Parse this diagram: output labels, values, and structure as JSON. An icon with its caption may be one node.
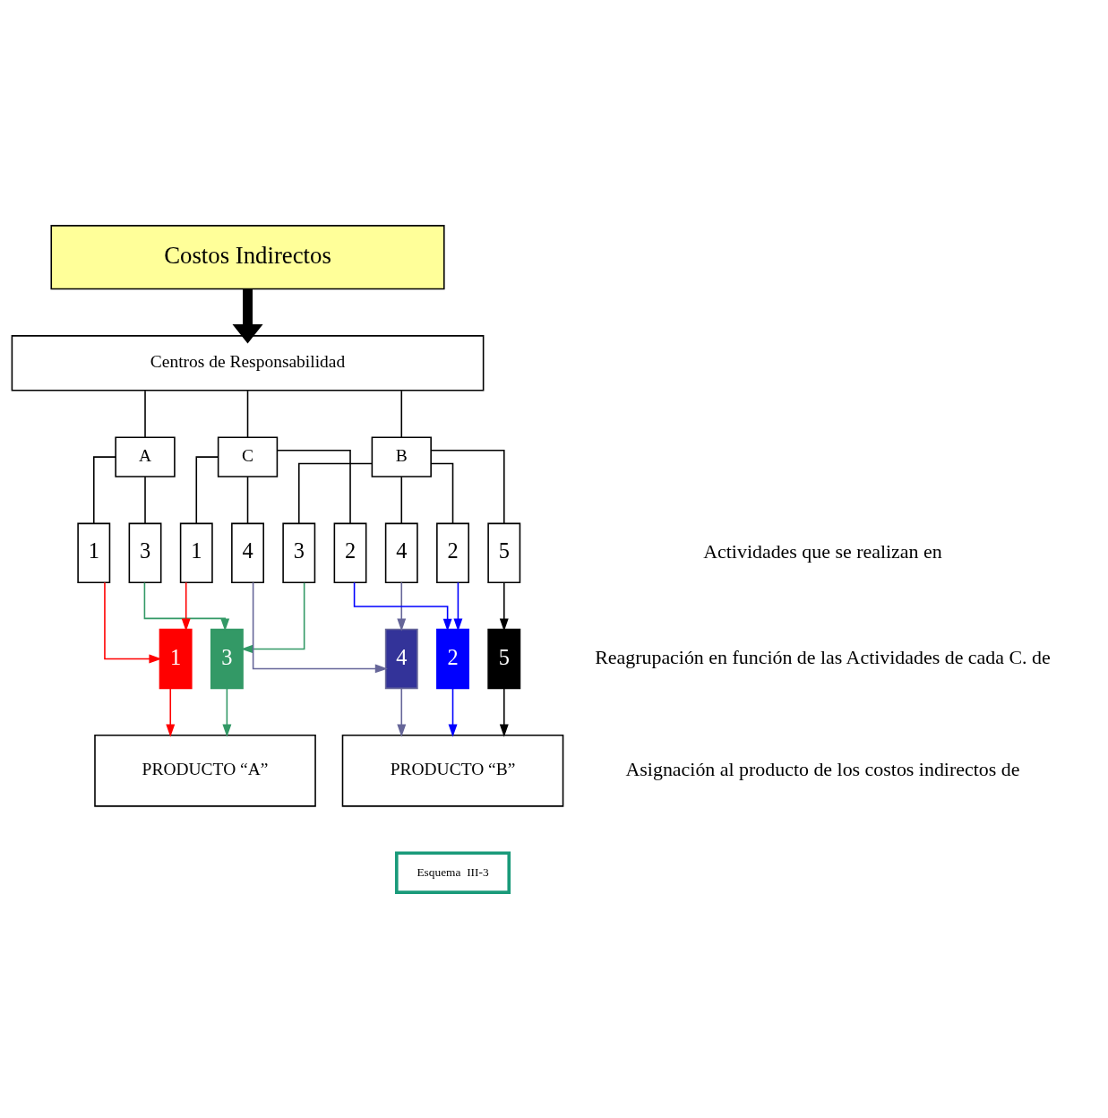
{
  "diagram": {
    "nodes": [
      {
        "text": [
          "Costos Indirectos"
        ]
      },
      {
        "text": [
          "Centros de Responsabilidad"
        ]
      },
      {
        "text": [
          "A"
        ]
      },
      {
        "text": [
          "B"
        ]
      },
      {
        "text": [
          "C"
        ]
      },
      {
        "text": [
          "1"
        ]
      },
      {
        "text": [
          "3"
        ]
      },
      {
        "text": [
          "2"
        ]
      },
      {
        "text": [
          "3"
        ]
      },
      {
        "text": [
          "4"
        ]
      },
      {
        "text": [
          "5"
        ]
      },
      {
        "text": [
          "1"
        ]
      },
      {
        "text": [
          "2"
        ]
      },
      {
        "text": [
          "4"
        ]
      },
      {
        "text": [
          "1"
        ]
      },
      {
        "text": [
          "2"
        ]
      },
      {
        "text": [
          "3"
        ]
      },
      {
        "text": [
          "4"
        ]
      },
      {
        "text": [
          "5"
        ]
      },
      {
        "text": [
          "PRODUCTO “A”"
        ]
      },
      {
        "text": [
          "PRODUCTO “B”"
        ]
      },
      {
        "text": [
          "Esquema  III-3"
        ]
      }
    ],
    "edges": [
      {
        "from": 0,
        "to": 1,
        "arrow": "to",
        "style": "thick"
      },
      {
        "from": 1,
        "to": 2,
        "arrow": "none"
      },
      {
        "from": 1,
        "to": 3,
        "arrow": "none"
      },
      {
        "from": 1,
        "to": 4,
        "arrow": "none"
      },
      {
        "from": 2,
        "to": 5,
        "arrow": "none"
      },
      {
        "from": 2,
        "to": 6,
        "arrow": "none"
      },
      {
        "from": 3,
        "to": 7,
        "arrow": "none"
      },
      {
        "from": 3,
        "to": 8,
        "arrow": "none"
      },
      {
        "from": 3,
        "to": 9,
        "arrow": "none"
      },
      {
        "from": 3,
        "to": 10,
        "arrow": "none"
      },
      {
        "from": 4,
        "to": 11,
        "arrow": "none"
      },
      {
        "from": 4,
        "to": 12,
        "arrow": "none"
      },
      {
        "from": 4,
        "to": 13,
        "arrow": "none"
      },
      {
        "from": 5,
        "to": 14,
        "arrow": "to",
        "color": "#ff0000"
      },
      {
        "from": 6,
        "to": 16,
        "arrow": "to",
        "color": "#339966"
      },
      {
        "from": 7,
        "to": 15,
        "arrow": "to",
        "color": "#0000ff"
      },
      {
        "from": 8,
        "to": 16,
        "arrow": "to",
        "color": "#339966"
      },
      {
        "from": 9,
        "to": 17,
        "arrow": "to",
        "color": "#666699"
      },
      {
        "from": 10,
        "to": 18,
        "arrow": "to"
      },
      {
        "from": 11,
        "to": 14,
        "arrow": "to",
        "color": "#ff0000"
      },
      {
        "from": 12,
        "to": 15,
        "arrow": "to",
        "color": "#0000ff"
      },
      {
        "from": 13,
        "to": 17,
        "arrow": "to",
        "color": "#666699"
      },
      {
        "from": 14,
        "to": 19,
        "arrow": "to",
        "color": "#ff0000"
      },
      {
        "from": 15,
        "to": 20,
        "arrow": "to",
        "color": "#0000ff"
      },
      {
        "from": 16,
        "to": 19,
        "arrow": "to",
        "color": "#339966"
      },
      {
        "from": 17,
        "to": 20,
        "arrow": "to",
        "color": "#666699"
      },
      {
        "from": 18,
        "to": 20,
        "arrow": "to"
      }
    ],
    "labels": [
      "Actividades que se realizan en",
      "Reagrupación en función de las Actividades de cada C. de",
      "Asignación al producto de los costos indirectos de"
    ]
  }
}
